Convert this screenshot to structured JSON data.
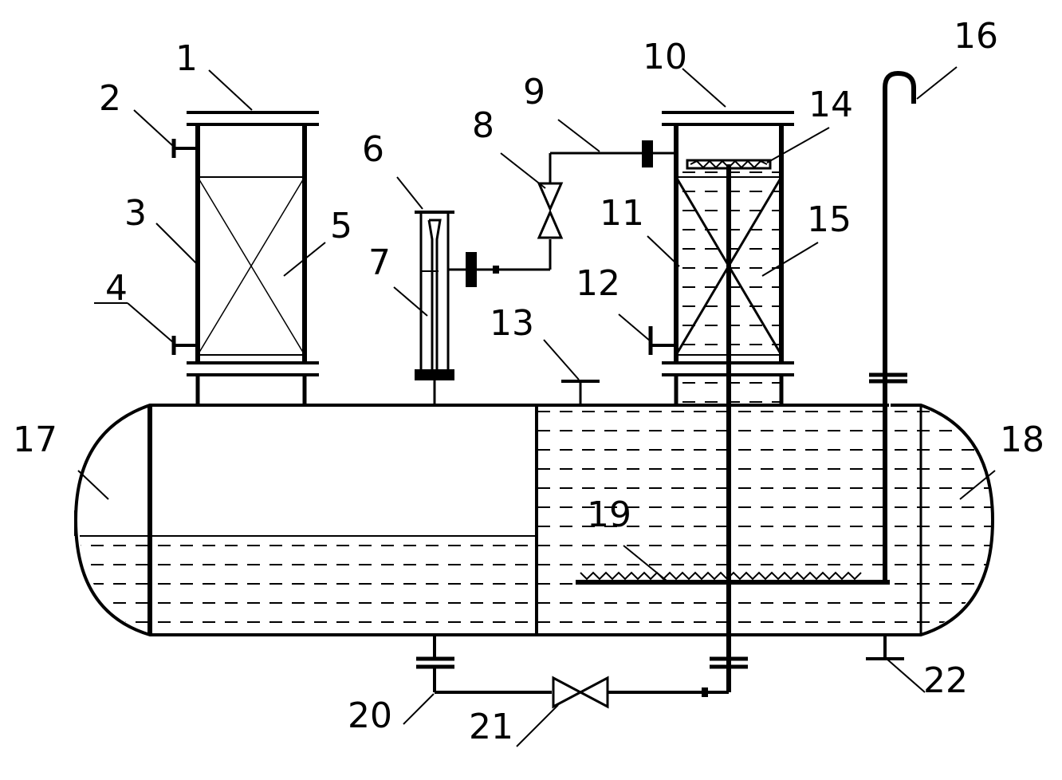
{
  "labels": {
    "l1": "1",
    "l2": "2",
    "l3": "3",
    "l4": "4",
    "l5": "5",
    "l6": "6",
    "l7": "7",
    "l8": "8",
    "l9": "9",
    "l10": "10",
    "l11": "11",
    "l12": "12",
    "l13": "13",
    "l14": "14",
    "l15": "15",
    "l16": "16",
    "l17": "17",
    "l18": "18",
    "l19": "19",
    "l20": "20",
    "l21": "21",
    "l22": "22"
  },
  "colors": {
    "stroke": "#000000",
    "background": "#ffffff"
  }
}
